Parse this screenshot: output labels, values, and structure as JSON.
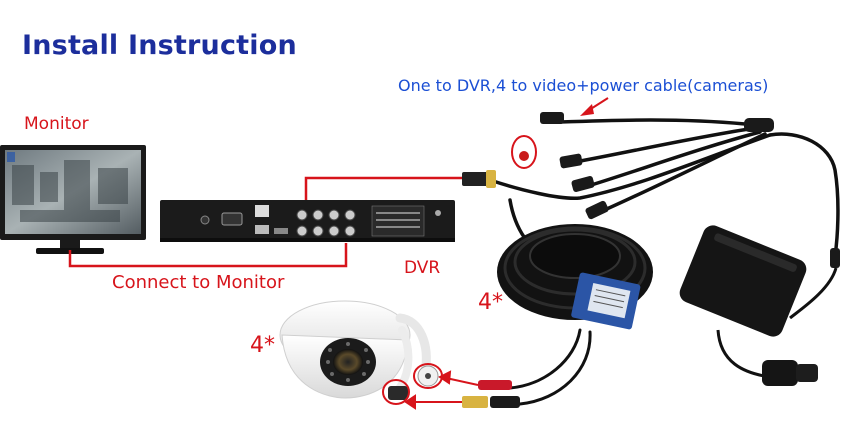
{
  "title": "Install Instruction",
  "labels": {
    "monitor": "Monitor",
    "connect_monitor": "Connect to Monitor",
    "dvr": "DVR",
    "splitter": "One to DVR,4 to video+power cable(cameras)",
    "qty_cable": "4*",
    "qty_camera": "4*"
  },
  "colors": {
    "title": "#1c2e9c",
    "label_red": "#d7141b",
    "label_blue": "#1b4fd4"
  }
}
